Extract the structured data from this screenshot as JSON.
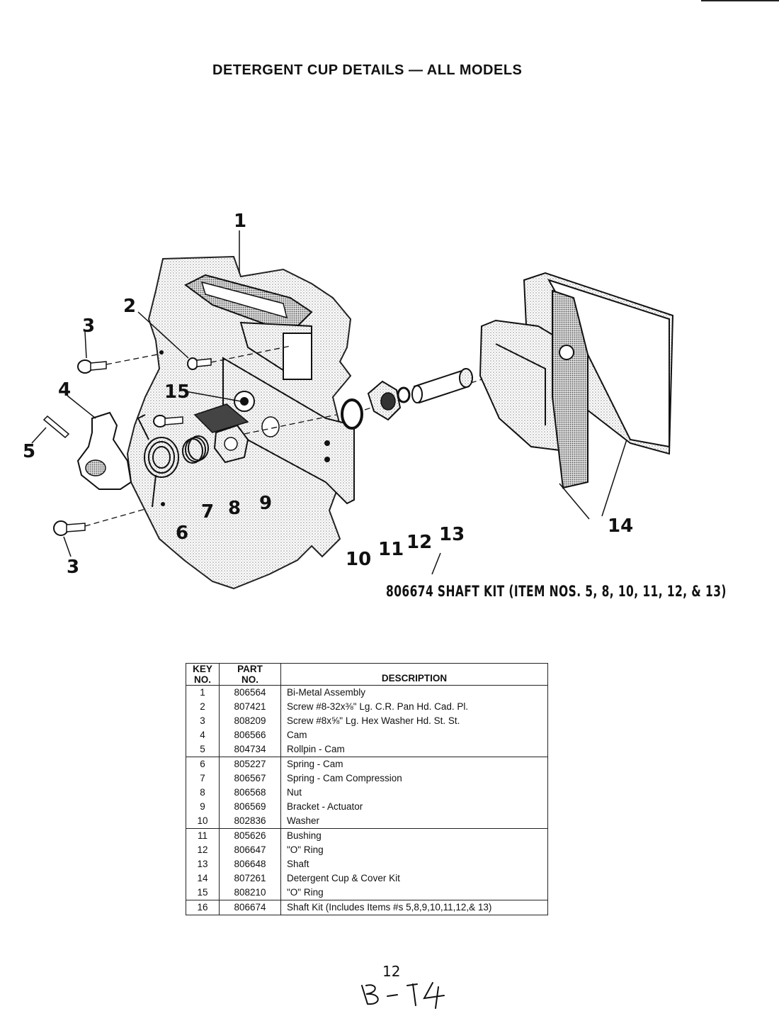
{
  "page": {
    "title": "DETERGENT CUP DETAILS — ALL MODELS",
    "kit_label": "806674  SHAFT KIT (ITEM NOS. 5, 8, 10, 11, 12, & 13)",
    "page_number": "12",
    "handwritten_ref": "B-14"
  },
  "diagram": {
    "callouts": [
      "1",
      "2",
      "3",
      "15",
      "4",
      "5",
      "6",
      "7",
      "8",
      "9",
      "3",
      "10",
      "11",
      "12",
      "13",
      "14"
    ]
  },
  "table": {
    "headers": {
      "key": [
        "KEY",
        "NO."
      ],
      "part": [
        "PART",
        "NO."
      ],
      "desc": "DESCRIPTION"
    },
    "rows": [
      {
        "key": "1",
        "part": "806564",
        "desc": "Bi-Metal Assembly"
      },
      {
        "key": "2",
        "part": "807421",
        "desc": "Screw #8-32x⅜\" Lg. C.R. Pan Hd. Cad. Pl."
      },
      {
        "key": "3",
        "part": "808209",
        "desc": "Screw #8x⅝\" Lg. Hex Washer Hd. St. St."
      },
      {
        "key": "4",
        "part": "806566",
        "desc": "Cam"
      },
      {
        "key": "5",
        "part": "804734",
        "desc": "Rollpin - Cam"
      },
      {
        "key": "6",
        "part": "805227",
        "desc": "Spring - Cam"
      },
      {
        "key": "7",
        "part": "806567",
        "desc": "Spring - Cam Compression"
      },
      {
        "key": "8",
        "part": "806568",
        "desc": "Nut"
      },
      {
        "key": "9",
        "part": "806569",
        "desc": "Bracket - Actuator"
      },
      {
        "key": "10",
        "part": "802836",
        "desc": "Washer"
      },
      {
        "key": "11",
        "part": "805626",
        "desc": "Bushing"
      },
      {
        "key": "12",
        "part": "806647",
        "desc": "\"O\" Ring"
      },
      {
        "key": "13",
        "part": "806648",
        "desc": "Shaft"
      },
      {
        "key": "14",
        "part": "807261",
        "desc": "Detergent Cup & Cover Kit"
      },
      {
        "key": "15",
        "part": "808210",
        "desc": "\"O\" Ring"
      },
      {
        "key": "16",
        "part": "806674",
        "desc": "Shaft Kit (Includes Items #s 5,8,9,10,11,12,& 13)"
      }
    ]
  }
}
